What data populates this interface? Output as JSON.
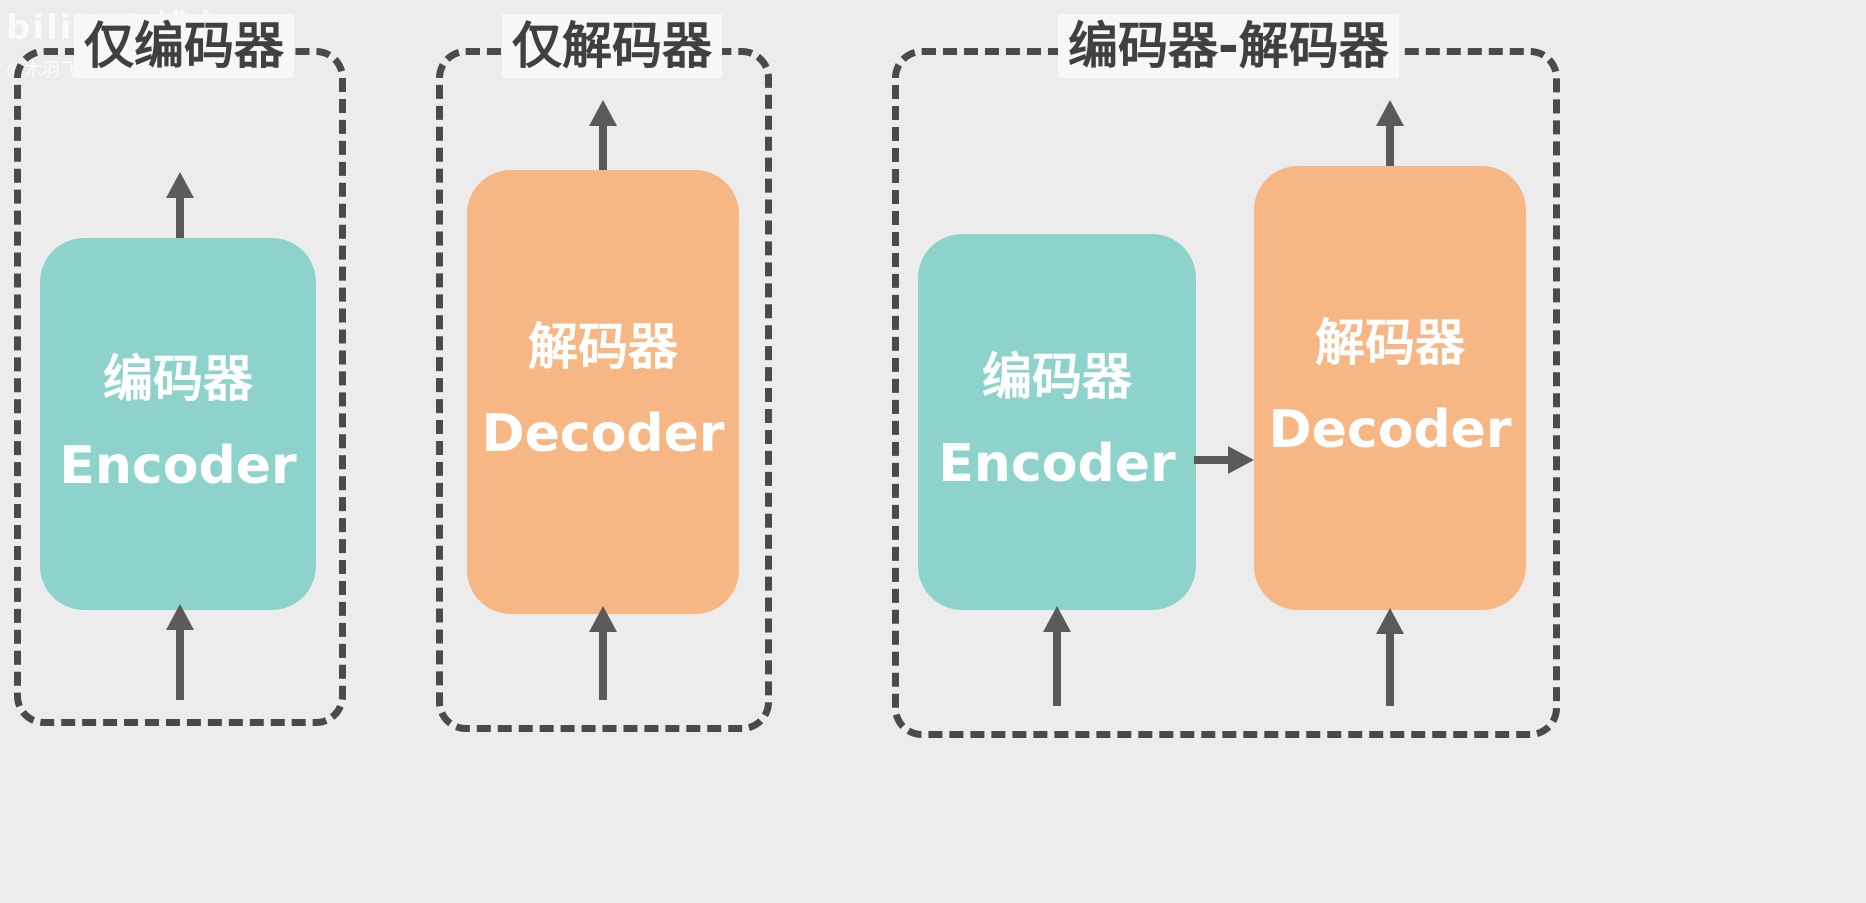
{
  "watermark": {
    "logo": "bilibili 博主",
    "sub": "@木羽飞"
  },
  "groups": [
    {
      "title": "仅编码器",
      "blocks": [
        {
          "zh": "编码器",
          "en": "Encoder"
        }
      ]
    },
    {
      "title": "仅解码器",
      "blocks": [
        {
          "zh": "解码器",
          "en": "Decoder"
        }
      ]
    },
    {
      "title": "编码器-解码器",
      "blocks": [
        {
          "zh": "编码器",
          "en": "Encoder"
        },
        {
          "zh": "解码器",
          "en": "Decoder"
        }
      ]
    }
  ],
  "colors": {
    "encoder": "#8ed3cb",
    "decoder": "#f6b784",
    "border": "#4a4a4a",
    "arrow": "#5a5a5a",
    "background": "#ececec"
  }
}
